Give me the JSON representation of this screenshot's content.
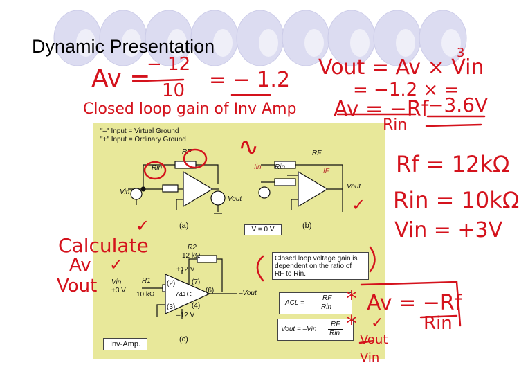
{
  "slide": {
    "title": "Dynamic Presentation"
  },
  "figure": {
    "legend_line1": "\"–\" Input = Virtual Ground",
    "legend_line2": "\"+\" Input = Ordinary Ground",
    "a": {
      "rf": "RF",
      "rin": "Rin",
      "vin": "Vin",
      "vout": "Vout",
      "label": "(a)"
    },
    "b": {
      "rf": "RF",
      "rin": "Rin",
      "iin": "Iin",
      "if": "IF",
      "vout": "Vout",
      "v_eq": "V = 0 V",
      "label": "(b)"
    },
    "c": {
      "r2": "R2",
      "r2_val": "12 kΩ",
      "vplus": "+12 V",
      "vminus": "–12 V",
      "vin": "Vin",
      "vin_val": "+3 V",
      "r1": "R1",
      "r1_val": "10 kΩ",
      "pin2": "(2)",
      "pin7": "(7)",
      "pin6": "(6)",
      "pin3": "(3)",
      "pin4": "(4)",
      "ic": "741C",
      "vout": "–Vout",
      "label": "(c)"
    },
    "note_line1": "Closed loop voltage gain is",
    "note_line2": "dependent on the ratio of",
    "note_line3": "RF to Rin.",
    "acl_formula": "ACL = –",
    "acl_num": "RF",
    "acl_den": "Rin",
    "vout_formula": "Vout = –Vin",
    "vout_num": "RF",
    "vout_den": "Rin",
    "caption": "Inv-Amp."
  },
  "annotations": {
    "av_lhs": "Av =",
    "av_num": "− 12",
    "av_den": "10",
    "av_result": "= − 1.2",
    "closed_loop": "Closed loop gain of Inv Amp",
    "vout_eq": "Vout = Av × Vin",
    "vout_exp": "3",
    "vout_step": "= −1.2 × =",
    "vout_result": "−3.6V",
    "av_rf": "Av = −Rf",
    "av_rin": "Rin",
    "rf_val": "Rf = 12kΩ",
    "rin_val": "Rin = 10kΩ",
    "vin_val": "Vin = +3V",
    "calculate": "Calculate",
    "av_word": "Av",
    "vout_word": "Vout",
    "av_rf2": "Av = −Rf",
    "av_rin2": "Rin",
    "star": "*",
    "vout_short": "Vout",
    "vin_short": "Vin",
    "check": "✓",
    "wave": "∿"
  }
}
